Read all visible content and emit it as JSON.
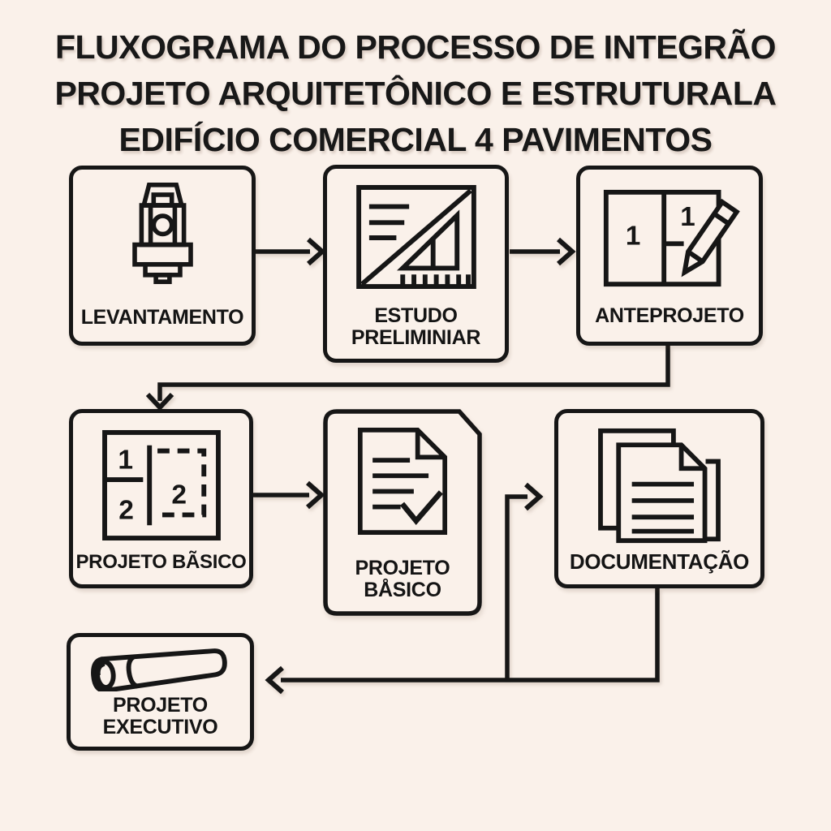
{
  "title": {
    "line1": "FLUXOGRAMA DO PROCESSO DE INTEGRÃO",
    "line2": "PROJETO ARQUITETÔNICO E ESTRUTURALA",
    "line3": "EDIFÍCIO COMERCIAL 4 PAVIMENTOS"
  },
  "nodes": {
    "levantamento": {
      "label": "LEVANTAMENTO",
      "icon": "total-station-icon"
    },
    "estudo_preliminar": {
      "label": "ESTUDO PRELIMINIAR",
      "icon": "drafting-square-icon"
    },
    "anteprojeto": {
      "label": "ANTEPROJETO",
      "icon": "floor-plan-pencil-icon"
    },
    "projeto_basico_planta": {
      "label": "PROJETO BÃSICO",
      "icon": "floor-plan-rooms-icon"
    },
    "projeto_basico_doc": {
      "label": "PROJETO BÅSICO",
      "icon": "document-check-icon"
    },
    "documentacao": {
      "label": "DOCUMENTAÇÃO",
      "icon": "stacked-documents-icon"
    },
    "projeto_executivo": {
      "label": "PROJETO EXECUTIVO",
      "icon": "rolled-drawing-icon"
    }
  },
  "icon_text": {
    "anteprojeto_room_left": "1",
    "anteprojeto_room_right": "1",
    "planta_room_top": "1",
    "planta_room_bottom": "2",
    "planta_room_dashed": "2"
  },
  "edges": [
    {
      "from": "levantamento",
      "to": "estudo_preliminar"
    },
    {
      "from": "estudo_preliminar",
      "to": "anteprojeto"
    },
    {
      "from": "anteprojeto",
      "to": "projeto_basico_planta"
    },
    {
      "from": "projeto_basico_planta",
      "to": "projeto_basico_doc"
    },
    {
      "from": "documentacao_executivo_line",
      "to": "documentacao"
    },
    {
      "from": "documentacao",
      "to": "projeto_executivo"
    }
  ],
  "colors": {
    "background": "#FAF1EA",
    "ink": "#161616"
  }
}
